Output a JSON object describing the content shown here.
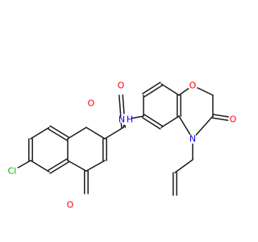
{
  "molecule": {
    "labels": {
      "cl": "Cl",
      "o_ketone": "O",
      "o_ring": "O",
      "o_amide": "O",
      "nh": "N",
      "nh_h": "H",
      "o_oxazine": "O",
      "o_lactam": "O",
      "n_lactam": "N"
    },
    "colors": {
      "bond": "#1a1a1a",
      "oxygen": "#ff0000",
      "nitrogen": "#0000ff",
      "chlorine": "#00b000"
    }
  }
}
